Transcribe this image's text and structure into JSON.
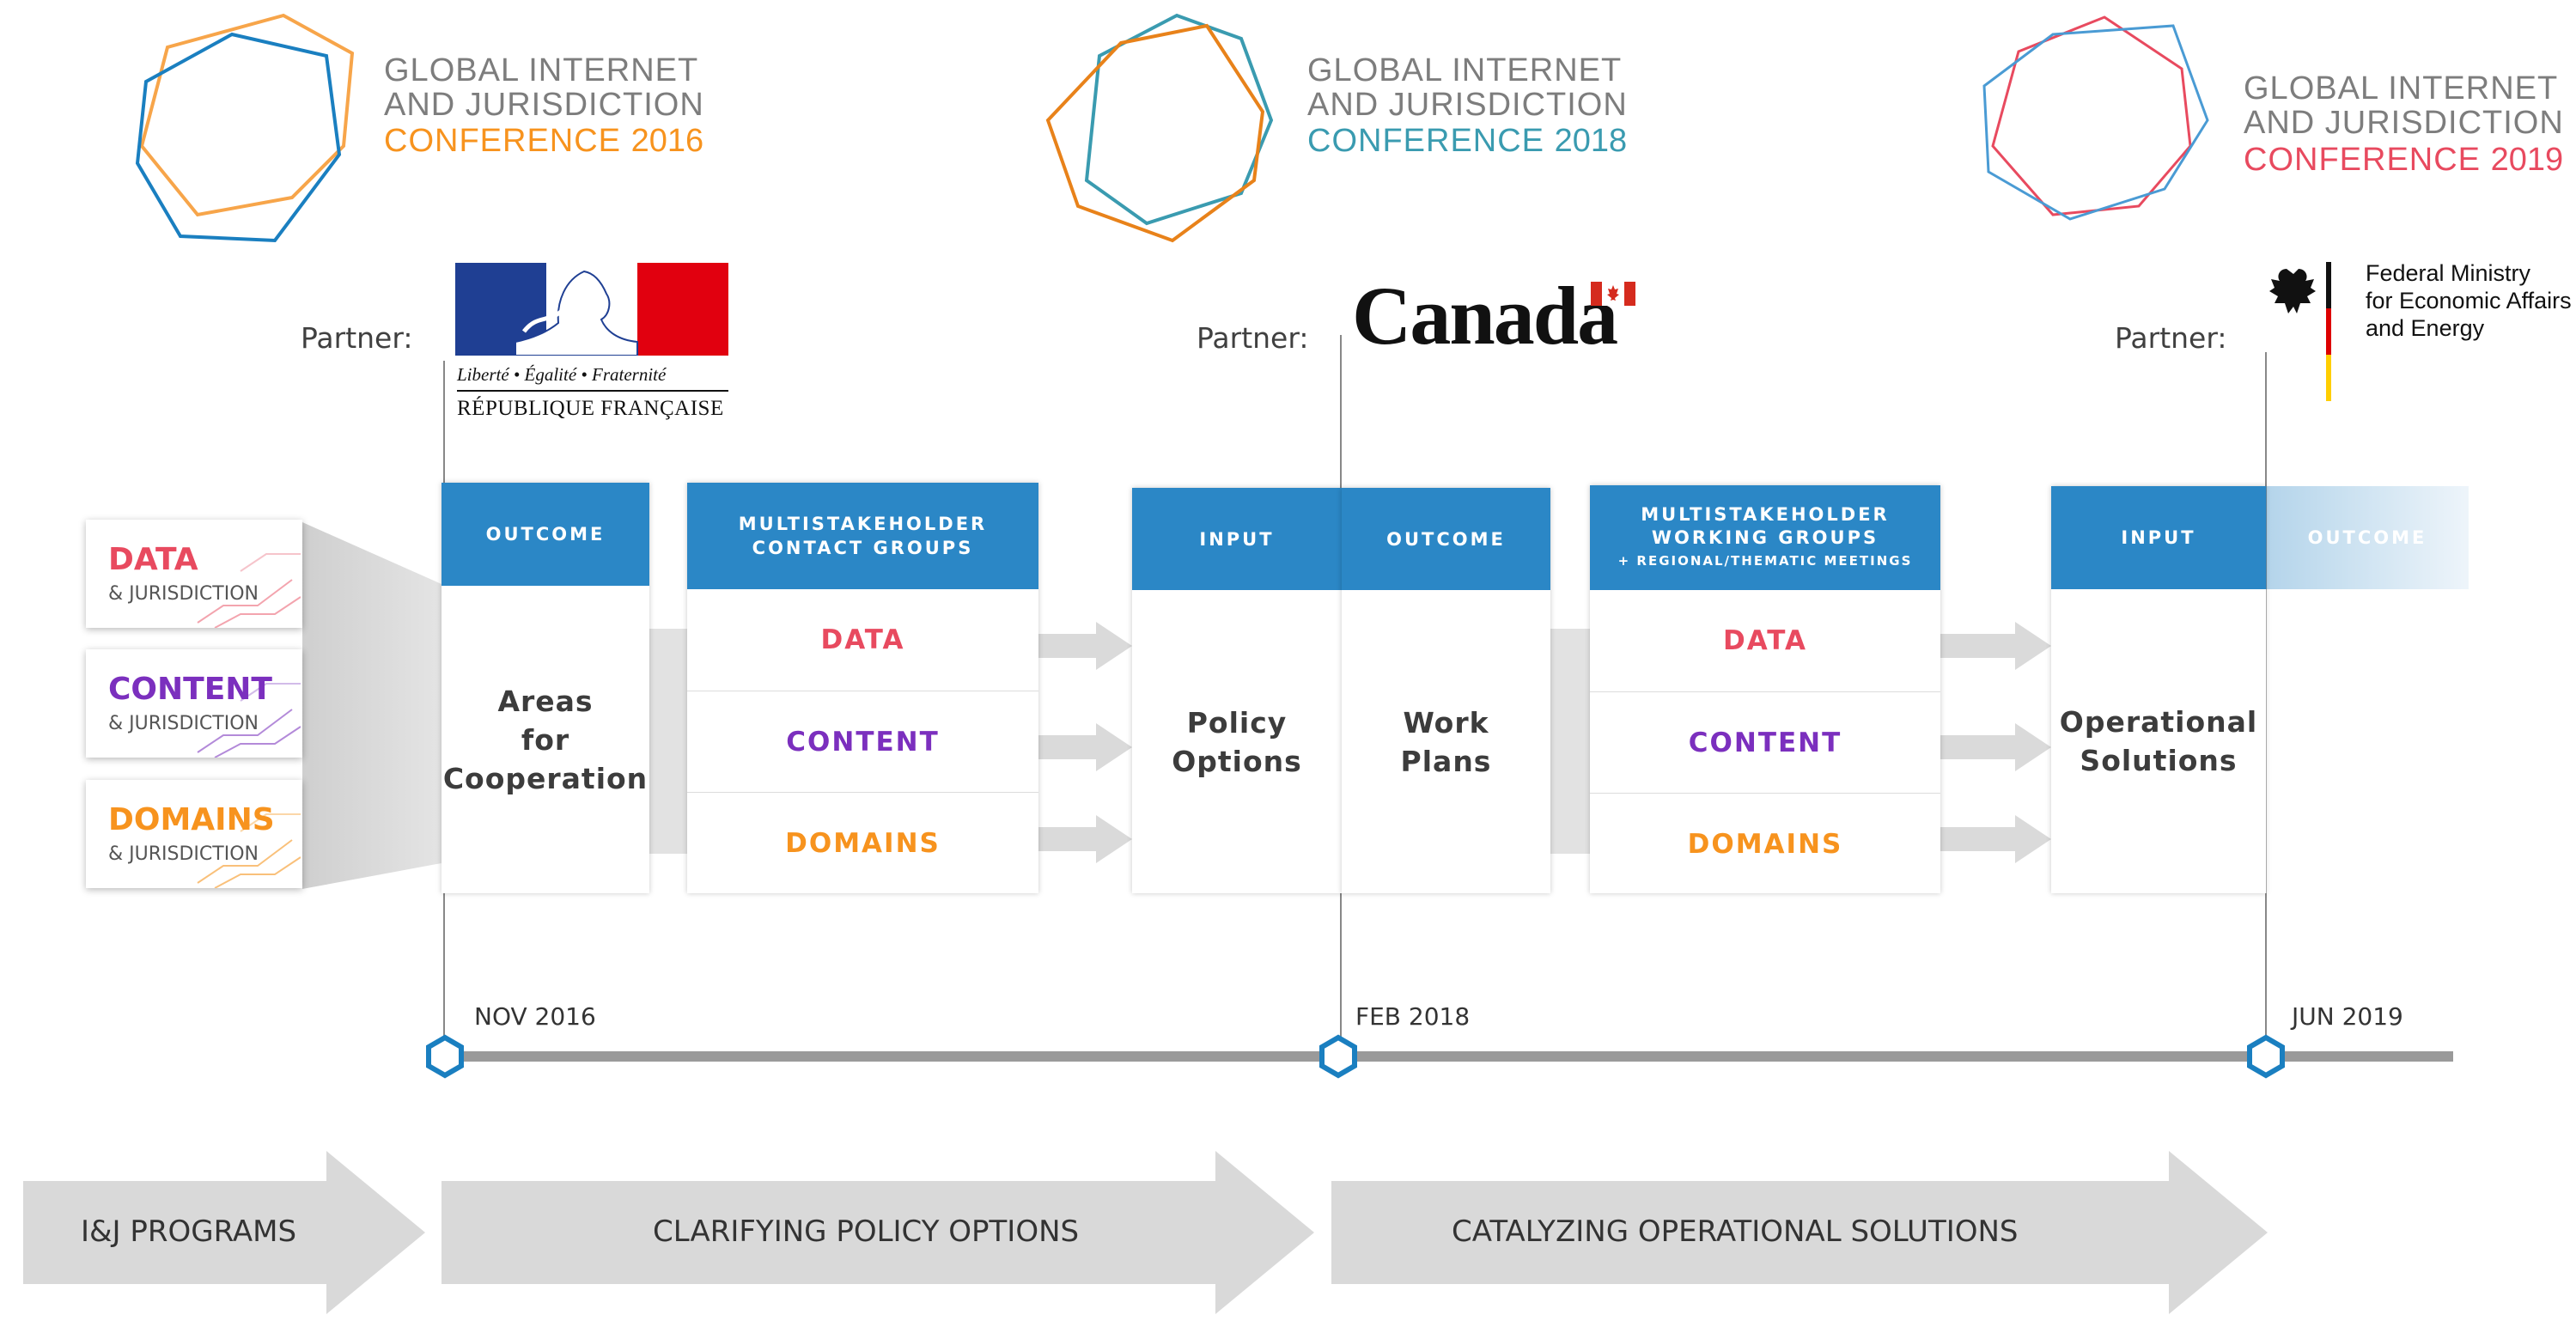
{
  "conferences": [
    {
      "line1": "GLOBAL INTERNET",
      "line2": "AND JURISDICTION",
      "line3": "CONFERENCE",
      "year": "2016",
      "accent": "#f7931e",
      "accent2": "#1a7fc0"
    },
    {
      "line1": "GLOBAL INTERNET",
      "line2": "AND JURISDICTION",
      "line3": "CONFERENCE",
      "year": "2018",
      "accent": "#3a9bb0",
      "accent2": "#e8821a"
    },
    {
      "line1": "GLOBAL INTERNET",
      "line2": "AND JURISDICTION",
      "line3": "CONFERENCE",
      "year": "2019",
      "accent": "#e84a5f",
      "accent2": "#4a9bd4"
    }
  ],
  "partners": {
    "label": "Partner:",
    "france": {
      "motto": "Liberté • Égalité • Fraternité",
      "name": "RÉPUBLIQUE FRANÇAISE"
    },
    "canada": {
      "wordmark": "Canada"
    },
    "germany": {
      "line1": "Federal Ministry",
      "line2": "for Economic Affairs",
      "line3": "and Energy"
    }
  },
  "programs": [
    {
      "title": "DATA",
      "sub": "& JURISDICTION",
      "color": "#e84a5f"
    },
    {
      "title": "CONTENT",
      "sub": "& JURISDICTION",
      "color": "#7b2fbe"
    },
    {
      "title": "DOMAINS",
      "sub": "& JURISDICTION",
      "color": "#f7931e"
    }
  ],
  "boxes": {
    "outcome1": {
      "head": "OUTCOME",
      "line1": "Areas",
      "line2": "for",
      "line3": "Cooperation"
    },
    "contact": {
      "head1": "MULTISTAKEHOLDER",
      "head2": "CONTACT GROUPS",
      "cells": [
        "DATA",
        "CONTENT",
        "DOMAINS"
      ]
    },
    "input1": {
      "head": "INPUT",
      "line1": "Policy",
      "line2": "Options"
    },
    "outcome2": {
      "head": "OUTCOME",
      "line1": "Work",
      "line2": "Plans"
    },
    "working": {
      "head1": "MULTISTAKEHOLDER",
      "head2": "WORKING GROUPS",
      "head3": "+ REGIONAL/THEMATIC MEETINGS",
      "cells": [
        "DATA",
        "CONTENT",
        "DOMAINS"
      ]
    },
    "input2": {
      "head": "INPUT",
      "line1": "Operational",
      "line2": "Solutions"
    },
    "outcome3": {
      "head": "OUTCOME"
    }
  },
  "timeline": {
    "dates": [
      "NOV 2016",
      "FEB 2018",
      "JUN 2019"
    ],
    "line_color": "#9a9a9a",
    "node_color": "#1a7fc0"
  },
  "phases": [
    "I&J PROGRAMS",
    "CLARIFYING POLICY OPTIONS",
    "CATALYZING OPERATIONAL SOLUTIONS"
  ],
  "colors": {
    "header_blue": "#2b87c6",
    "data": "#e84a5f",
    "content": "#7b2fbe",
    "domains": "#f7931e"
  }
}
